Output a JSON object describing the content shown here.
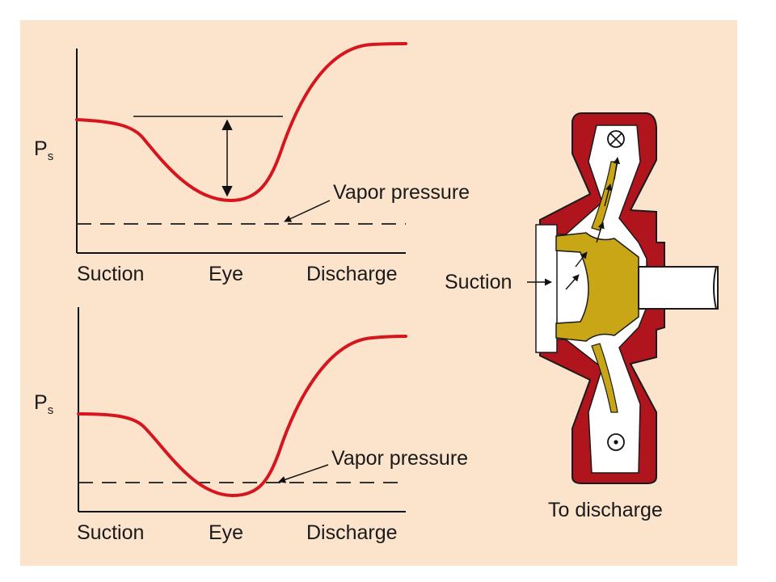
{
  "colors": {
    "background": "#fbe3cc",
    "curve": "#d6161f",
    "casing": "#b0141c",
    "impeller": "#c9a616",
    "line": "#111111",
    "dashed": "#333333"
  },
  "top_plot": {
    "y_label_main": "P",
    "y_label_sub": "s",
    "x_labels": [
      "Suction",
      "Eye",
      "Discharge"
    ],
    "annotation": "Vapor pressure"
  },
  "bottom_plot": {
    "y_label_main": "P",
    "y_label_sub": "s",
    "x_labels": [
      "Suction",
      "Eye",
      "Discharge"
    ],
    "annotation": "Vapor pressure"
  },
  "pump": {
    "suction_label": "Suction",
    "discharge_label": "To discharge",
    "top_port_icon": "circle-cross-icon",
    "bottom_port_icon": "circle-dot-icon"
  }
}
